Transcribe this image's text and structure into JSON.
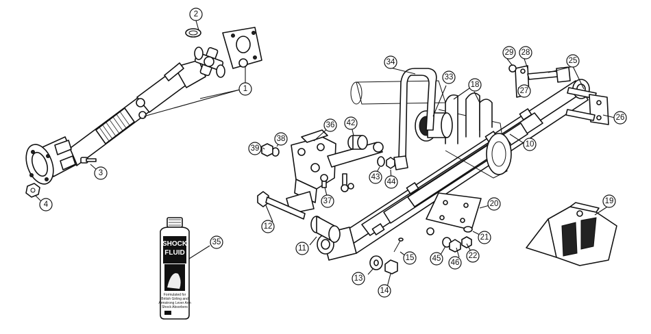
{
  "diagram": {
    "callouts": [
      {
        "id": "c1",
        "label": "1"
      },
      {
        "id": "c2",
        "label": "2"
      },
      {
        "id": "c3",
        "label": "3"
      },
      {
        "id": "c4",
        "label": "4"
      },
      {
        "id": "c10",
        "label": "10"
      },
      {
        "id": "c11",
        "label": "11"
      },
      {
        "id": "c12",
        "label": "12"
      },
      {
        "id": "c13",
        "label": "13"
      },
      {
        "id": "c14",
        "label": "14"
      },
      {
        "id": "c15",
        "label": "15"
      },
      {
        "id": "c18",
        "label": "18"
      },
      {
        "id": "c19",
        "label": "19"
      },
      {
        "id": "c20",
        "label": "20"
      },
      {
        "id": "c21",
        "label": "21"
      },
      {
        "id": "c22",
        "label": "22"
      },
      {
        "id": "c25",
        "label": "25"
      },
      {
        "id": "c26",
        "label": "26"
      },
      {
        "id": "c27",
        "label": "27"
      },
      {
        "id": "c28",
        "label": "28"
      },
      {
        "id": "c29",
        "label": "29"
      },
      {
        "id": "c33",
        "label": "33"
      },
      {
        "id": "c34",
        "label": "34"
      },
      {
        "id": "c35",
        "label": "35"
      },
      {
        "id": "c36",
        "label": "36"
      },
      {
        "id": "c37",
        "label": "37"
      },
      {
        "id": "c38",
        "label": "38"
      },
      {
        "id": "c39",
        "label": "39"
      },
      {
        "id": "c42",
        "label": "42"
      },
      {
        "id": "c43",
        "label": "43"
      },
      {
        "id": "c44",
        "label": "44"
      },
      {
        "id": "c45",
        "label": "45"
      },
      {
        "id": "c46",
        "label": "46"
      }
    ],
    "bottle": {
      "label_line1": "SHOCK",
      "label_line2": "FLUID",
      "small_text": [
        "Formulated for",
        "British Girling and",
        "Armstrong Lever Arm",
        "Shock Absorbers"
      ]
    }
  }
}
